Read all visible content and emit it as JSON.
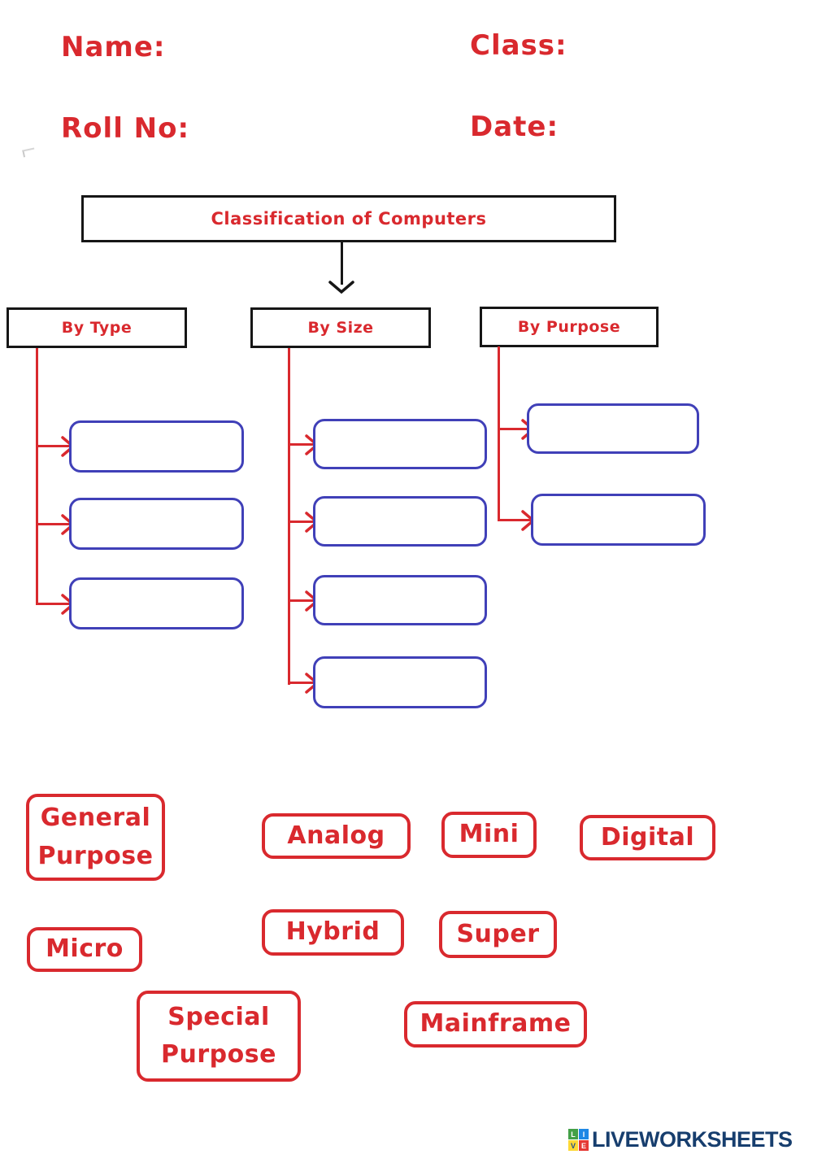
{
  "worksheet": {
    "fields": {
      "name_label": "Name:",
      "class_label": "Class:",
      "roll_label": "Roll No:",
      "date_label": "Date:"
    },
    "diagram": {
      "root_label": "Classification of Computers",
      "branches": [
        {
          "label": "By Type",
          "empty_slots": 3
        },
        {
          "label": "By Size",
          "empty_slots": 4
        },
        {
          "label": "By Purpose",
          "empty_slots": 2
        }
      ]
    },
    "answer_chips": [
      {
        "label": "General Purpose"
      },
      {
        "label": "Analog"
      },
      {
        "label": "Mini"
      },
      {
        "label": "Digital"
      },
      {
        "label": "Micro"
      },
      {
        "label": "Hybrid"
      },
      {
        "label": "Super"
      },
      {
        "label": "Special Purpose"
      },
      {
        "label": "Mainframe"
      }
    ],
    "colors": {
      "accent_red": "#d9292e",
      "slot_blue": "#4040b8",
      "node_black": "#161616",
      "logo_navy": "#173e6e",
      "logo_green": "#43a047",
      "logo_blue": "#1e88e5",
      "logo_yellow": "#fdd835",
      "logo_red": "#e53935"
    }
  },
  "footer": {
    "logo_text": "LIVEWORKSHEETS",
    "logo_squares": [
      {
        "letter": "L"
      },
      {
        "letter": "I"
      },
      {
        "letter": "V"
      },
      {
        "letter": "E"
      }
    ]
  }
}
